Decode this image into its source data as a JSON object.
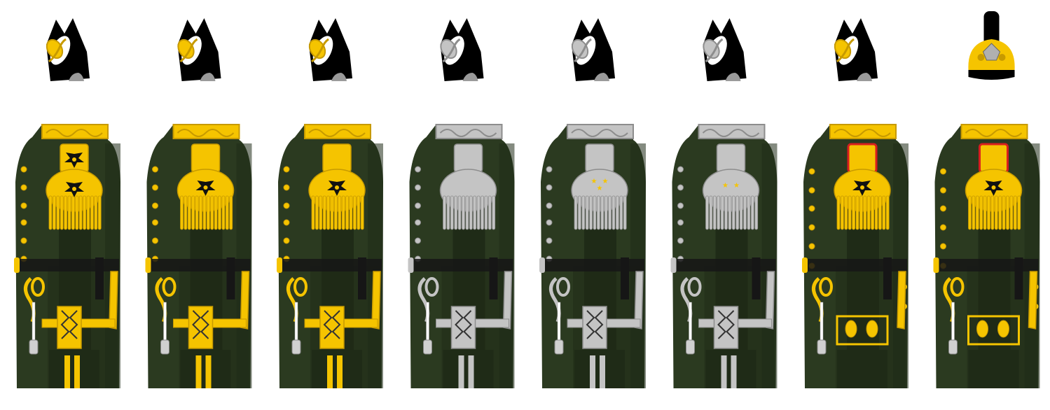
{
  "figures": [
    {
      "id": "uniform-1",
      "metal": "gold",
      "hat": "bicorne",
      "eagles": 2,
      "stars": 0,
      "pips": false,
      "trouser_stripes": 2
    },
    {
      "id": "uniform-2",
      "metal": "gold",
      "hat": "bicorne",
      "eagles": 1,
      "stars": 0,
      "pips": false,
      "trouser_stripes": 2
    },
    {
      "id": "uniform-3",
      "metal": "gold",
      "hat": "bicorne",
      "eagles": 1,
      "stars": 0,
      "pips": false,
      "trouser_stripes": 2
    },
    {
      "id": "uniform-4",
      "metal": "silver",
      "hat": "bicorne",
      "eagles": 0,
      "stars": 0,
      "pips": false,
      "trouser_stripes": 2
    },
    {
      "id": "uniform-5",
      "metal": "silver",
      "hat": "bicorne",
      "eagles": 0,
      "stars": 3,
      "pips": false,
      "trouser_stripes": 2
    },
    {
      "id": "uniform-6",
      "metal": "silver",
      "hat": "bicorne",
      "eagles": 0,
      "stars": 2,
      "pips": false,
      "trouser_stripes": 2
    },
    {
      "id": "uniform-7",
      "metal": "gold",
      "hat": "bicorne",
      "eagles": 1,
      "stars": 0,
      "pips": true,
      "trouser_stripes": 0
    },
    {
      "id": "uniform-8",
      "metal": "gold",
      "hat": "shako",
      "eagles": 1,
      "stars": 0,
      "pips": true,
      "trouser_stripes": 0
    }
  ],
  "colors": {
    "coat": "#2b3a20",
    "coat_dark": "#1f2b17",
    "gold": "#f5c400",
    "gold_dark": "#c79a00",
    "silver": "#c4c4c4",
    "silver_dark": "#8d8d8d",
    "hat": "#000000",
    "red_piping": "#d81e1e",
    "black_belt": "#161616"
  }
}
